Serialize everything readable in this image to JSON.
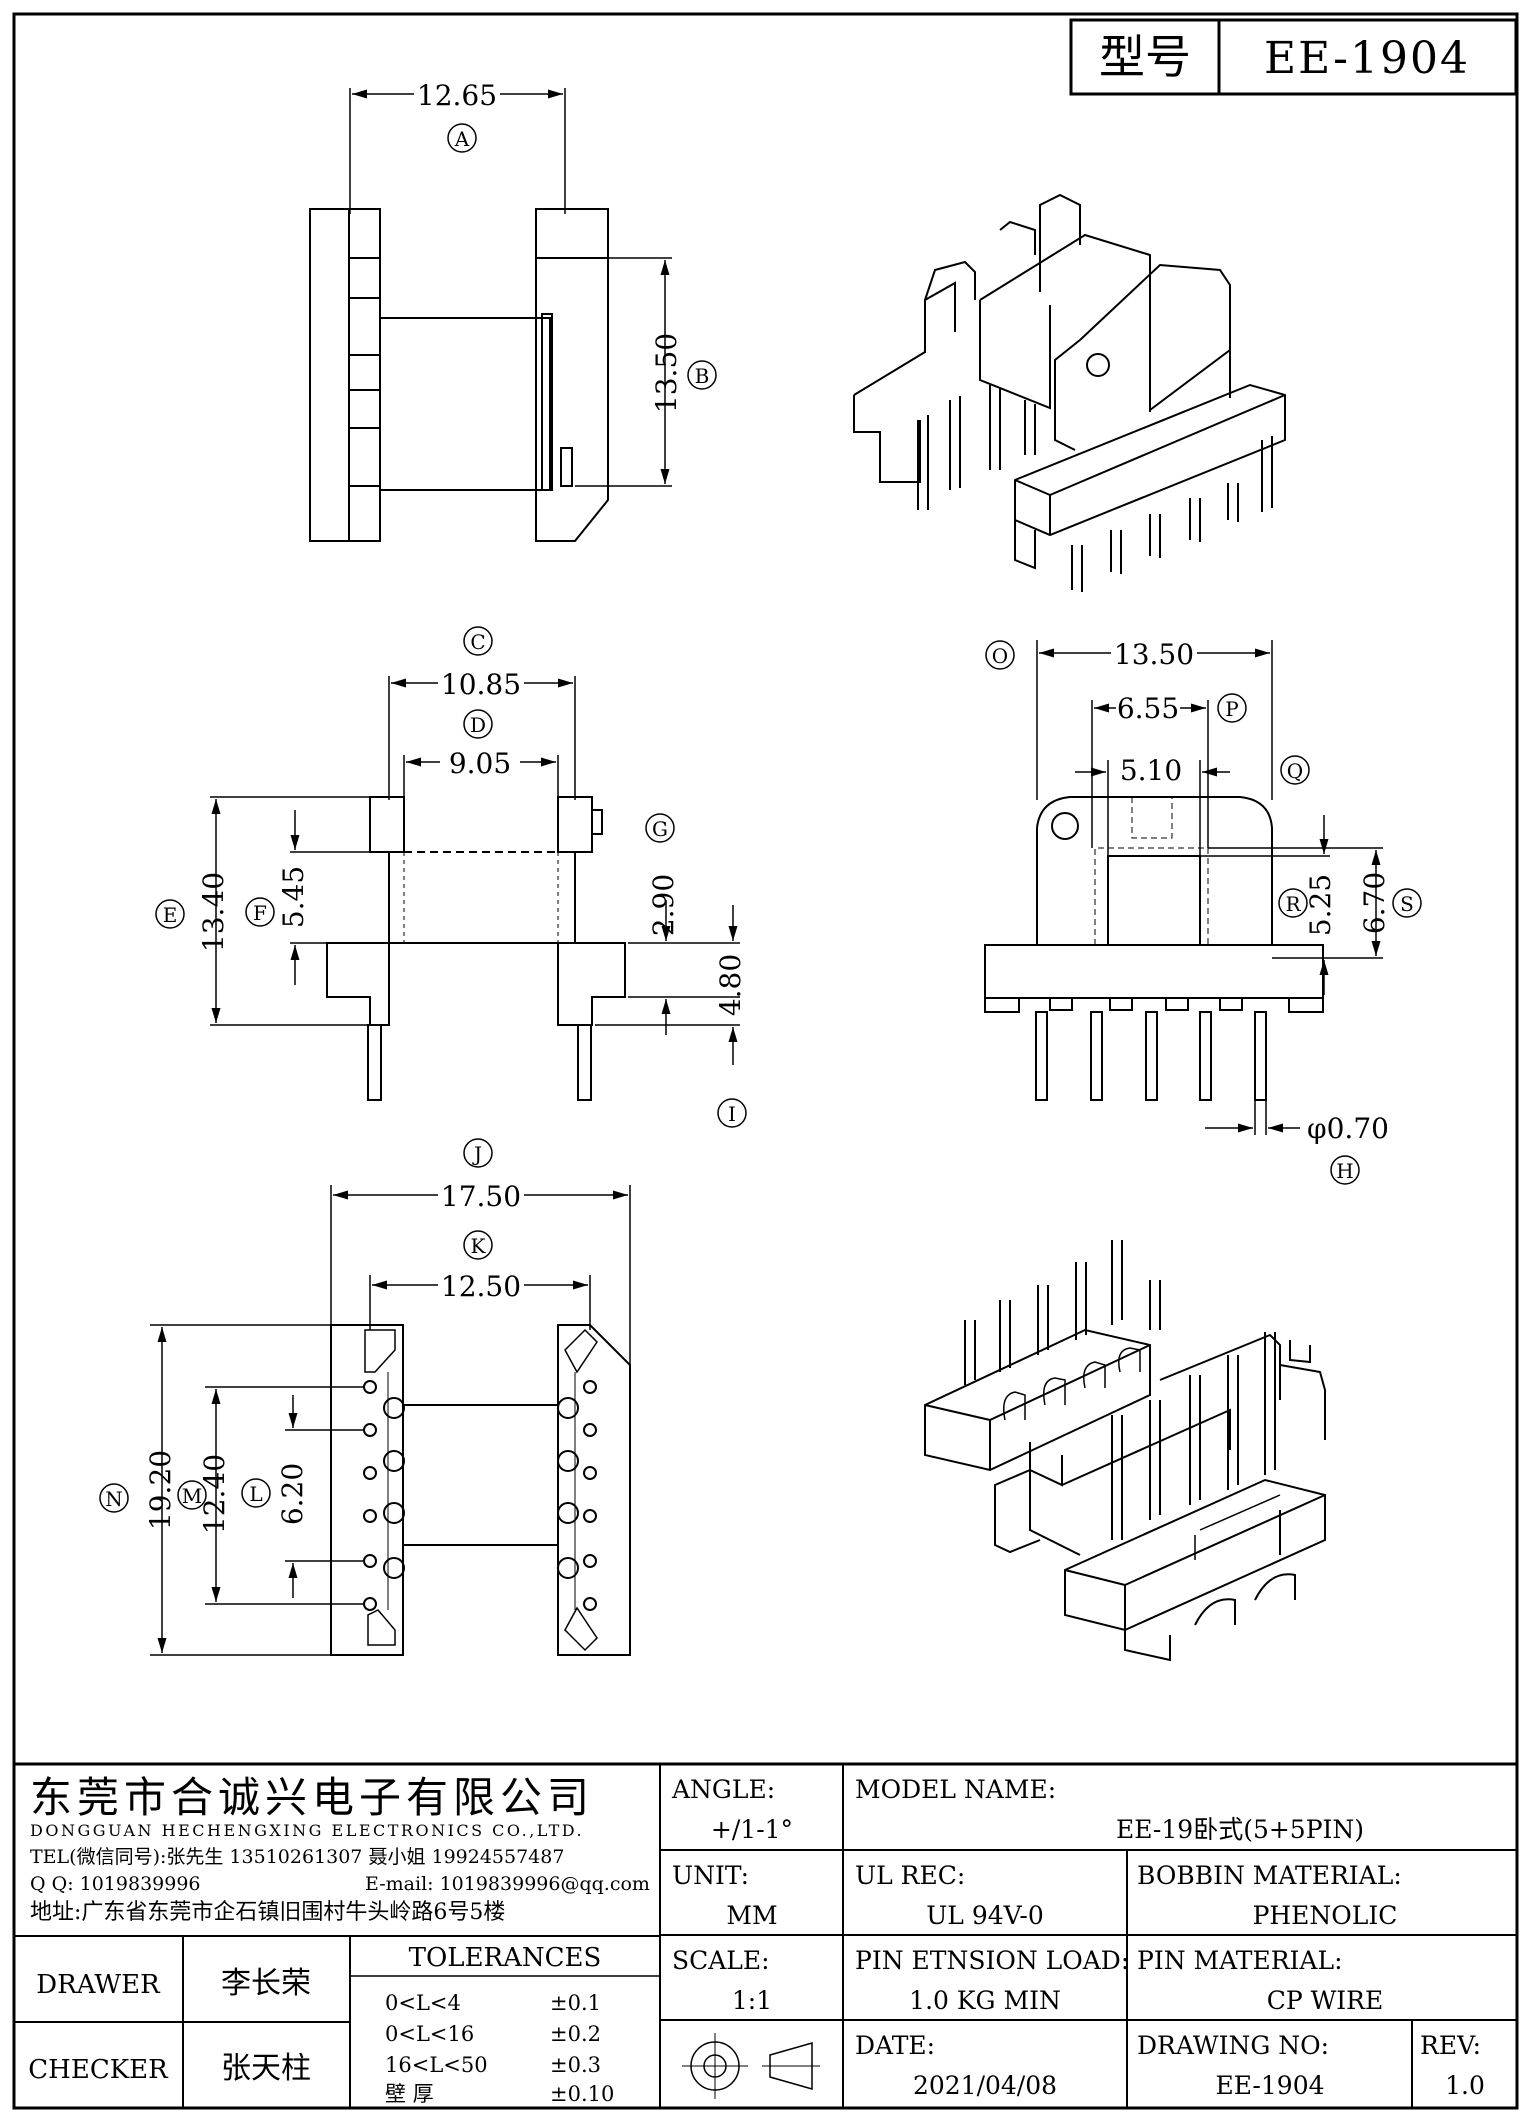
{
  "header": {
    "model_label": "型号",
    "model_value": "EE-1904"
  },
  "dims": {
    "A": "12.65",
    "B": "13.50",
    "C": "10.85",
    "D": "9.05",
    "E": "13.40",
    "F": "5.45",
    "G": "2.90",
    "I": "4.80",
    "O": "13.50",
    "P": "6.55",
    "Q": "5.10",
    "R": "5.25",
    "S": "6.70",
    "H": "φ0.70",
    "J": "17.50",
    "K": "12.50",
    "N": "19.20",
    "M": "12.40",
    "L": "6.20"
  },
  "markers": {
    "A": "A",
    "B": "B",
    "C": "C",
    "D": "D",
    "E": "E",
    "F": "F",
    "G": "G",
    "H": "H",
    "I": "I",
    "J": "J",
    "K": "K",
    "L": "L",
    "M": "M",
    "N": "N",
    "O": "O",
    "P": "P",
    "Q": "Q",
    "R": "R",
    "S": "S"
  },
  "company": {
    "name_cn": "东莞市合诚兴电子有限公司",
    "name_en": "DONGGUAN HECHENGXING ELECTRONICS CO.,LTD.",
    "tel": "TEL(微信同号):张先生 13510261307 聂小姐 19924557487",
    "qq": "Q Q: 1019839996",
    "email": "E-mail: 1019839996@qq.com",
    "address": "地址:广东省东莞市企石镇旧围村牛头岭路6号5楼"
  },
  "people": {
    "drawer_label": "DRAWER",
    "drawer": "李长荣",
    "checker_label": "CHECKER",
    "checker": "张天柱"
  },
  "tolerances": {
    "title": "TOLERANCES",
    "rows": [
      {
        "range": "0<L<4",
        "value": "±0.1"
      },
      {
        "range": "0<L<16",
        "value": "±0.2"
      },
      {
        "range": "16<L<50",
        "value": "±0.3"
      },
      {
        "range": "壁 厚",
        "value": "±0.10"
      }
    ]
  },
  "fields": {
    "angle_label": "ANGLE:",
    "angle": "+/1-1°",
    "unit_label": "UNIT:",
    "unit": "MM",
    "scale_label": "SCALE:",
    "scale": "1:1",
    "model_name_label": "MODEL NAME:",
    "model_name": "EE-19卧式(5+5PIN)",
    "ul_label": "UL REC:",
    "ul": "UL 94V-0",
    "bobbin_label": "BOBBIN MATERIAL:",
    "bobbin": "PHENOLIC",
    "pin_load_label": "PIN ETNSION LOAD:",
    "pin_load": "1.0 KG MIN",
    "pin_material_label": "PIN MATERIAL:",
    "pin_material": "CP WIRE",
    "date_label": "DATE:",
    "date": "2021/04/08",
    "drawing_no_label": "DRAWING NO:",
    "drawing_no": "EE-1904",
    "rev_label": "REV:",
    "rev": "1.0"
  }
}
